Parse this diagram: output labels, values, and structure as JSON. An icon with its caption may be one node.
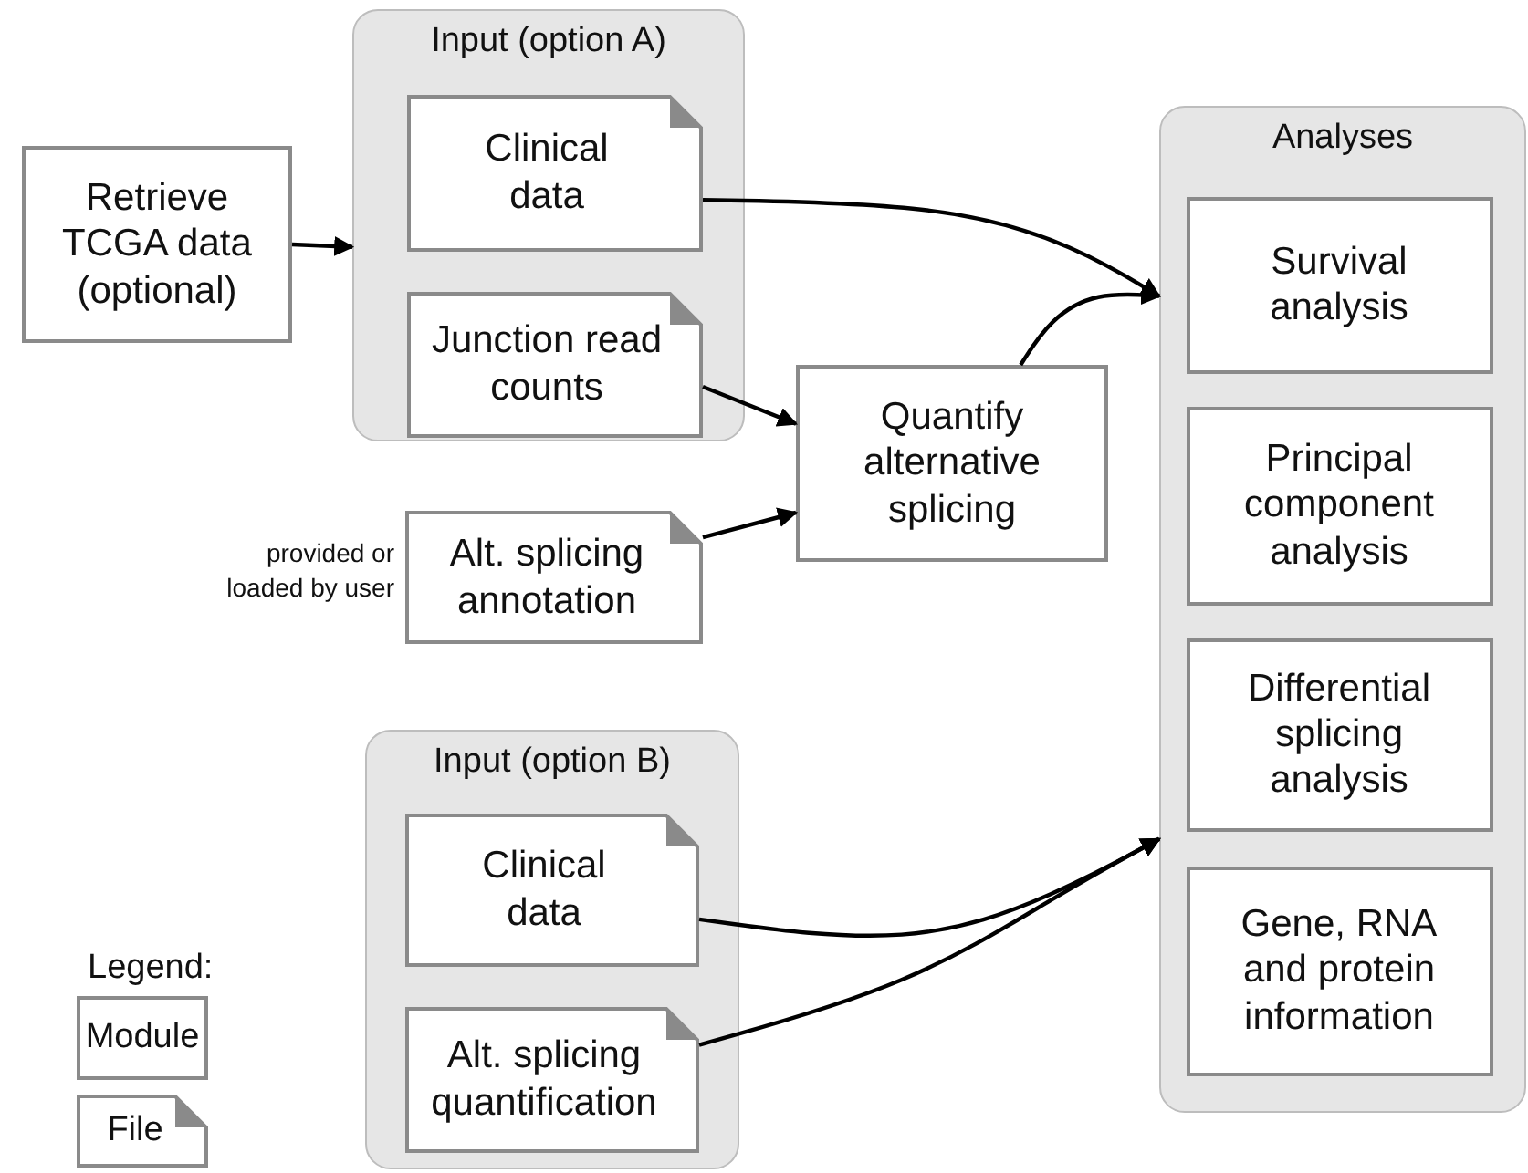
{
  "diagram": {
    "nodes": [
      {
        "text": [
          "Retrieve TCGA data (optional)"
        ]
      },
      {
        "text": [
          "Input (option A)"
        ]
      },
      {
        "text": [
          "Clinical data"
        ],
        "in": 1
      },
      {
        "text": [
          "Junction read counts"
        ],
        "in": 1
      },
      {
        "text": [
          "Alt. splicing annotation"
        ],
        "beside": [
          "provided or loaded by user"
        ]
      },
      {
        "text": [
          "Quantify alternative splicing"
        ]
      },
      {
        "text": [
          "Input (option B)"
        ]
      },
      {
        "text": [
          "Clinical data"
        ],
        "in": 6
      },
      {
        "text": [
          "Alt. splicing quantification"
        ],
        "in": 6
      },
      {
        "text": [
          "Analyses"
        ]
      },
      {
        "text": [
          "Survival analysis"
        ],
        "in": 9
      },
      {
        "text": [
          "Principal component analysis"
        ],
        "in": 9
      },
      {
        "text": [
          "Differential splicing analysis"
        ],
        "in": 9
      },
      {
        "text": [
          "Gene, RNA and protein information"
        ],
        "in": 9
      }
    ],
    "edges": [
      {
        "from": 0,
        "to": 1,
        "arrow": "to"
      },
      {
        "from": 2,
        "to": 9,
        "arrow": "to"
      },
      {
        "from": 3,
        "to": 5,
        "arrow": "to"
      },
      {
        "from": 4,
        "to": 5,
        "arrow": "to"
      },
      {
        "from": 5,
        "to": 9,
        "arrow": "to"
      },
      {
        "from": 7,
        "to": 9,
        "arrow": "to"
      },
      {
        "from": 8,
        "to": 9,
        "arrow": "to"
      }
    ],
    "labels": [
      "Legend:"
    ],
    "legend": [
      {
        "text": "Module"
      },
      {
        "text": "File"
      }
    ]
  }
}
